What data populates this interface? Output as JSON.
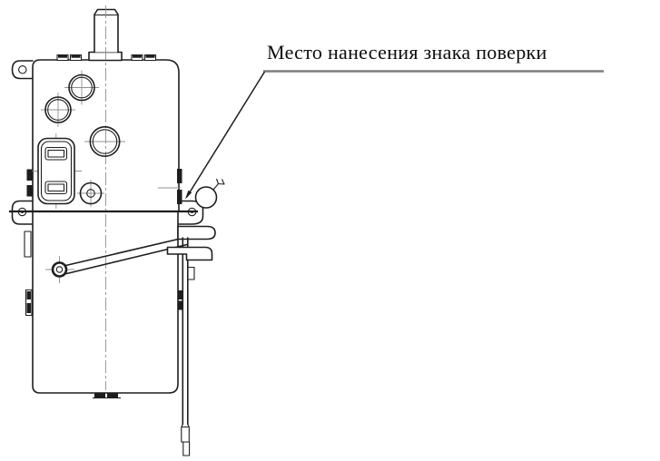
{
  "figure": {
    "type": "technical-drawing",
    "annotation": {
      "label": "Место нанесения знака поверки"
    },
    "pointer_target": "verification-seal",
    "colors": {
      "background": "#ffffff",
      "outline": "#1e1e1e",
      "centerline": "#909090",
      "underline": "#7d7d7d",
      "label_text": "#0d0d0d"
    }
  }
}
